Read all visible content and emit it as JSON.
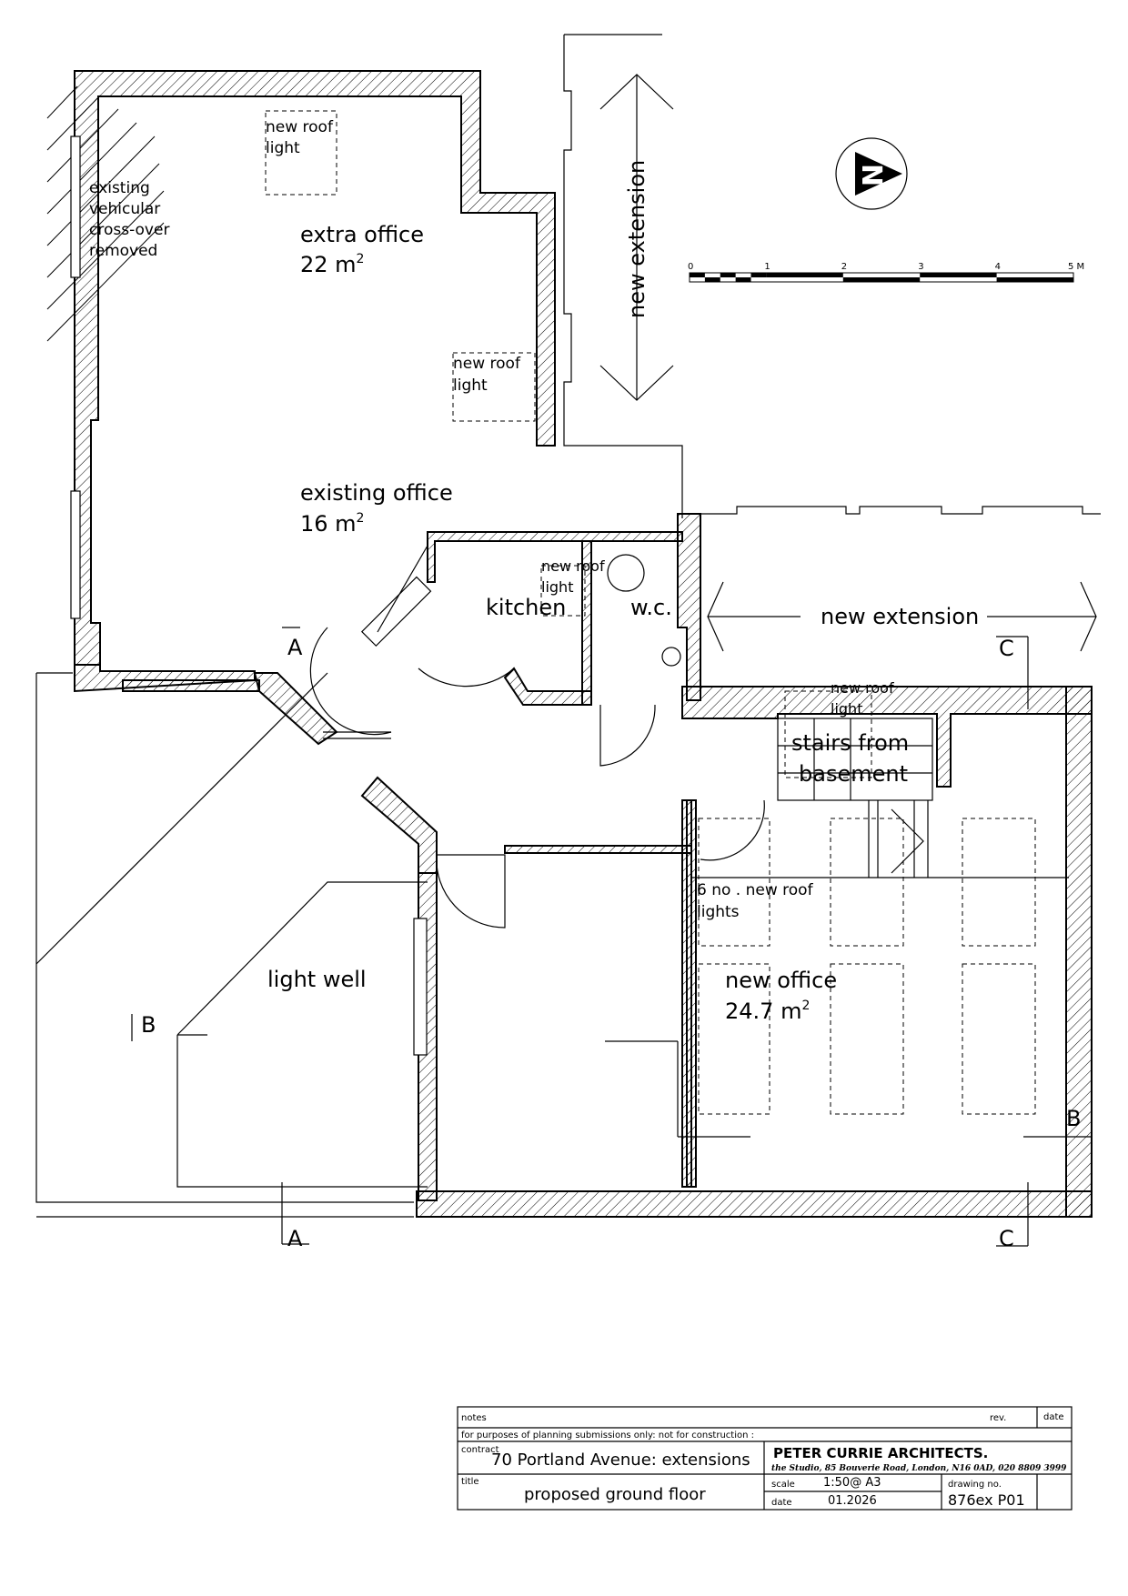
{
  "rooms": {
    "extra_office": "extra office",
    "extra_office_area": "22 m",
    "existing_office": "existing office",
    "existing_office_area": "16 m",
    "kitchen": "kitchen",
    "wc": "w.c.",
    "new_office": "new office",
    "new_office_area": "24.7 m",
    "light_well": "light well",
    "area_superscript": "2"
  },
  "annotations": {
    "new_roof_light_1": "new roof",
    "new_roof_light_2": "light",
    "vehicular_1": "existing",
    "vehicular_2": "vehicular",
    "vehicular_3": "cross-over",
    "vehicular_4": "removed",
    "new_extension": "new extension",
    "stairs_1": "stairs from",
    "stairs_2": "basement",
    "six_lights_1": "6 no . new roof",
    "six_lights_2": "lights"
  },
  "section_marks": {
    "a": "A",
    "b": "B",
    "c": "C"
  },
  "north": "N",
  "scale_bar": {
    "ticks": [
      "0",
      "1",
      "2",
      "3",
      "4",
      "5 M"
    ]
  },
  "title_block": {
    "notes_label": "notes",
    "rev_label": "rev.",
    "date_label": "date",
    "planning_note": "for purposes of planning submissions only:  not for construction :",
    "contract_label": "contract",
    "contract": "70 Portland Avenue: extensions",
    "firm": "PETER CURRIE ARCHITECTS.",
    "address": "the Studio,  85 Bouverie Road,   London,   N16 0AD, 020 8809 3999",
    "title_label": "title",
    "title": "proposed ground floor",
    "scale_label": "scale",
    "scale": "1:50@ A3",
    "drawing_no_label": "drawing no.",
    "drawing_no": "876ex P01",
    "date_field_label": "date",
    "date": "01.2026"
  }
}
